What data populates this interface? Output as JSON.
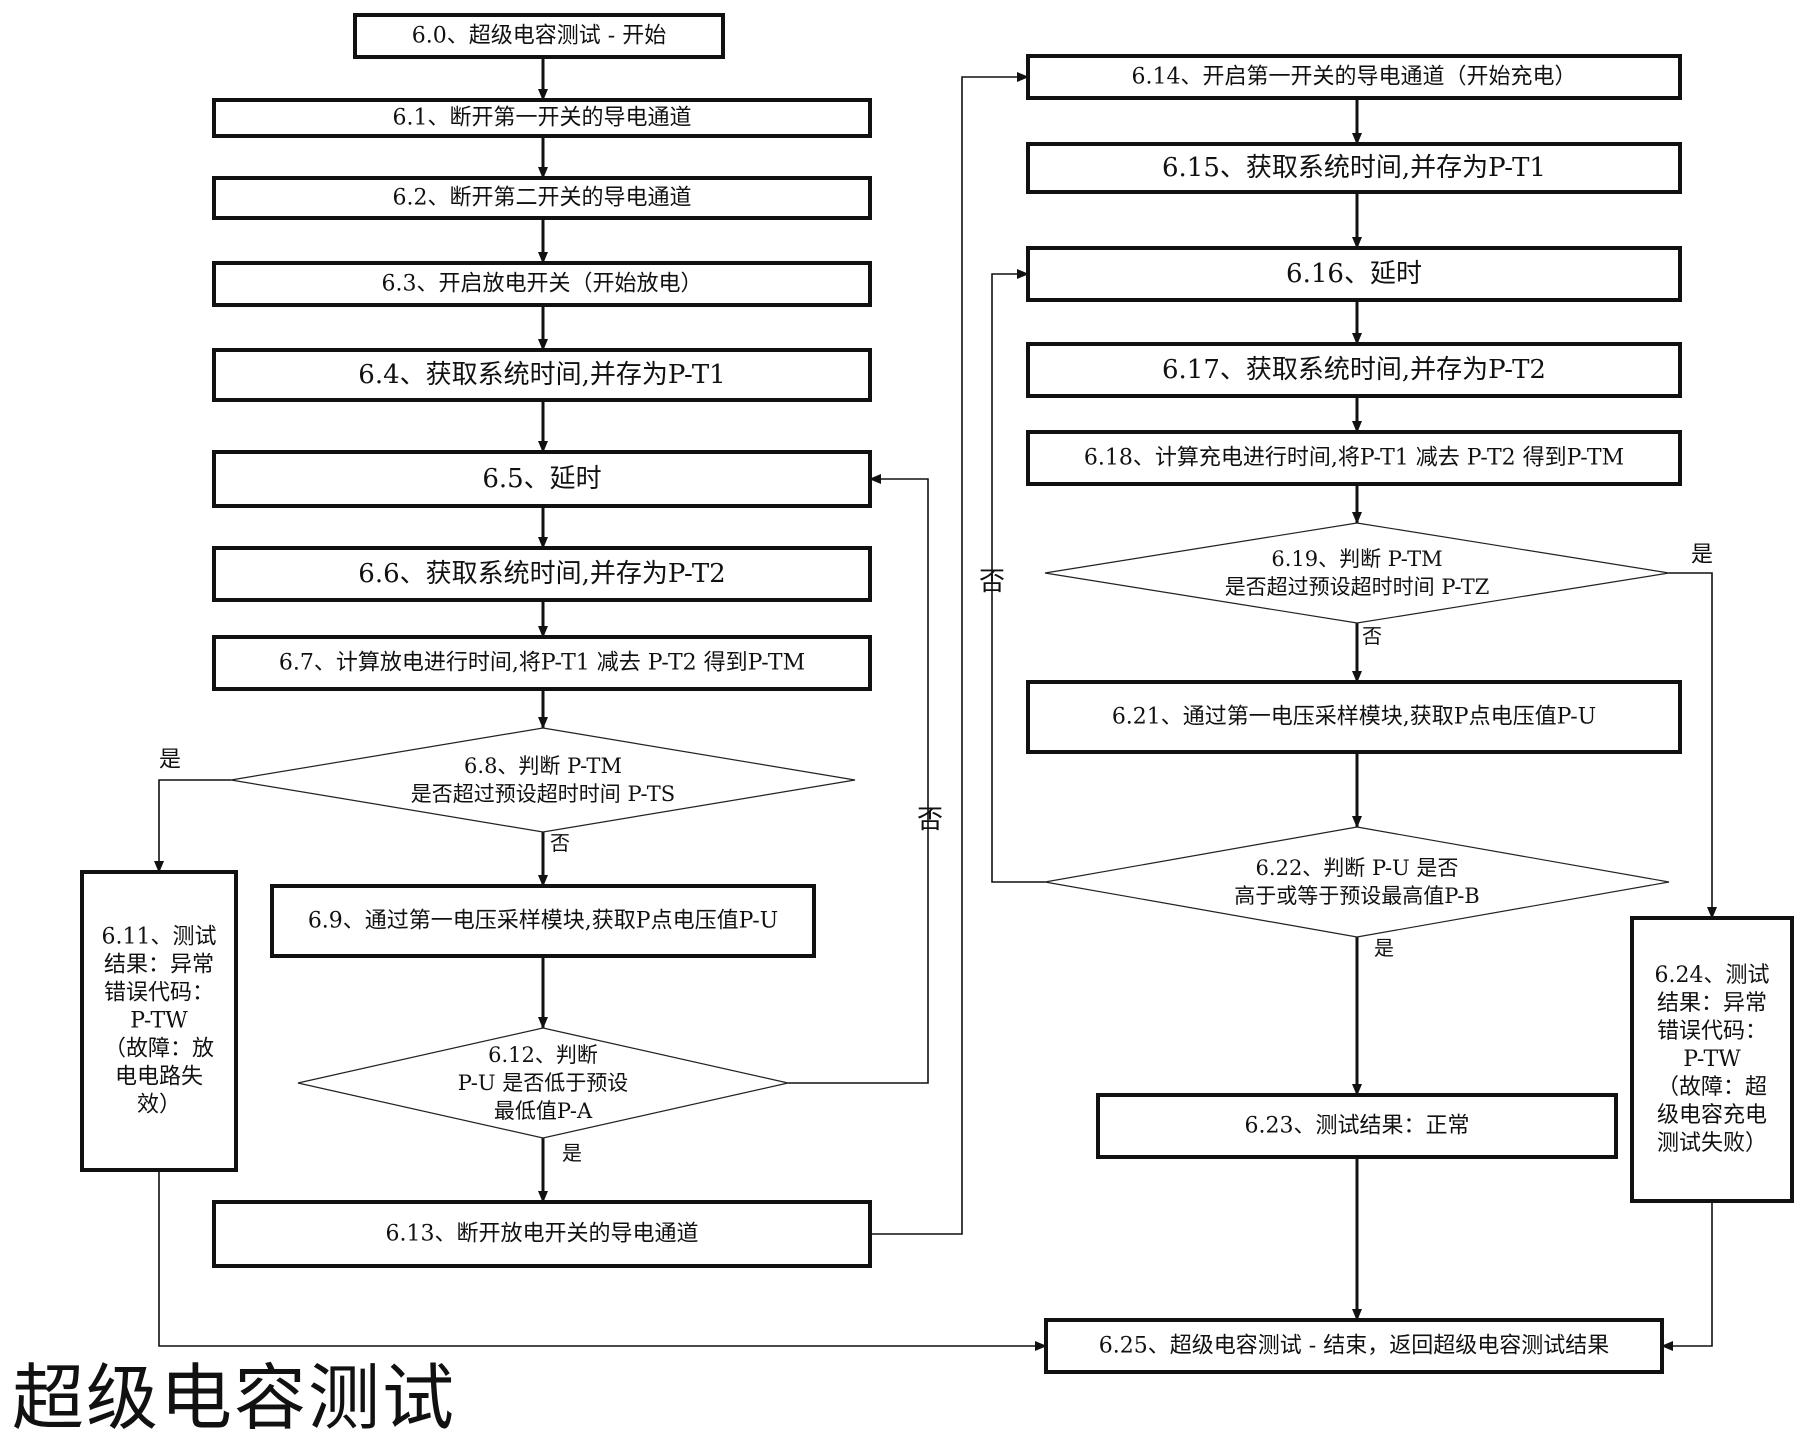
{
  "title": "超级电容测试",
  "nodes": {
    "n6_0": [
      "6.0、超级电容测试 - 开始"
    ],
    "n6_1": [
      "6.1、断开第一开关的导电通道"
    ],
    "n6_2": [
      "6.2、断开第二开关的导电通道"
    ],
    "n6_3": [
      "6.3、开启放电开关（开始放电）"
    ],
    "n6_4": [
      "6.4、获取系统时间,并存为P-T1"
    ],
    "n6_5": [
      "6.5、延时"
    ],
    "n6_6": [
      "6.6、获取系统时间,并存为P-T2"
    ],
    "n6_7": [
      "6.7、计算放电进行时间,将P-T1 减去 P-T2 得到P-TM"
    ],
    "n6_8": [
      "6.8、判断 P-TM",
      "是否超过预设超时时间 P-TS"
    ],
    "n6_9": [
      "6.9、通过第一电压采样模块,获取P点电压值P-U"
    ],
    "n6_11": [
      "6.11、测试",
      "结果：异常",
      "错误代码：",
      "P-TW",
      "（故障：放",
      "电电路失",
      "效）"
    ],
    "n6_12": [
      "6.12、判断",
      "P-U 是否低于预设",
      "最低值P-A"
    ],
    "n6_13": [
      "6.13、断开放电开关的导电通道"
    ],
    "n6_14": [
      "6.14、开启第一开关的导电通道（开始充电）"
    ],
    "n6_15": [
      "6.15、获取系统时间,并存为P-T1"
    ],
    "n6_16": [
      "6.16、延时"
    ],
    "n6_17": [
      "6.17、获取系统时间,并存为P-T2"
    ],
    "n6_18": [
      "6.18、计算充电进行时间,将P-T1 减去 P-T2 得到P-TM"
    ],
    "n6_19": [
      "6.19、判断 P-TM",
      "是否超过预设超时时间 P-TZ"
    ],
    "n6_21": [
      "6.21、通过第一电压采样模块,获取P点电压值P-U"
    ],
    "n6_22": [
      "6.22、判断 P-U 是否",
      "高于或等于预设最高值P-B"
    ],
    "n6_23": [
      "6.23、测试结果：正常"
    ],
    "n6_24": [
      "6.24、测试",
      "结果：异常",
      "错误代码：",
      "P-TW",
      "（故障：超",
      "级电容充电",
      "测试失败）"
    ],
    "n6_25": [
      "6.25、超级电容测试 - 结束，返回超级电容测试结果"
    ]
  },
  "edge_labels": {
    "yes": "是",
    "no": "否"
  }
}
